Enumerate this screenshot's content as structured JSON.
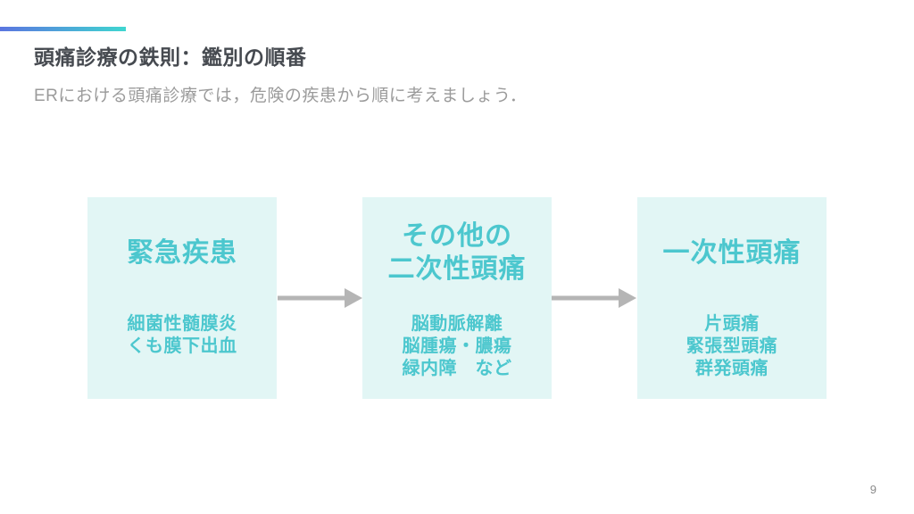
{
  "header": {
    "title": "頭痛診療の鉄則：鑑別の順番",
    "subtitle": "ERにおける頭痛診療では，危険の疾患から順に考えましょう．"
  },
  "flow": {
    "boxes": [
      {
        "heading_lines": [
          "緊急疾患"
        ],
        "items": [
          "細菌性髄膜炎",
          "くも膜下出血"
        ]
      },
      {
        "heading_lines": [
          "その他の",
          "二次性頭痛"
        ],
        "items": [
          "脳動脈解離",
          "脳腫瘍・膿瘍",
          "緑内障　など"
        ]
      },
      {
        "heading_lines": [
          "一次性頭痛"
        ],
        "items": [
          "片頭痛",
          "緊張型頭痛",
          "群発頭痛"
        ]
      }
    ],
    "colors": {
      "box_background": "#E2F6F5",
      "box_text": "#4CC7CE",
      "arrow": "#B5B5B5"
    }
  },
  "accent": {
    "gradient_from": "#5B75E0",
    "gradient_to": "#3FD6D0"
  },
  "footer": {
    "page_number": "9"
  }
}
